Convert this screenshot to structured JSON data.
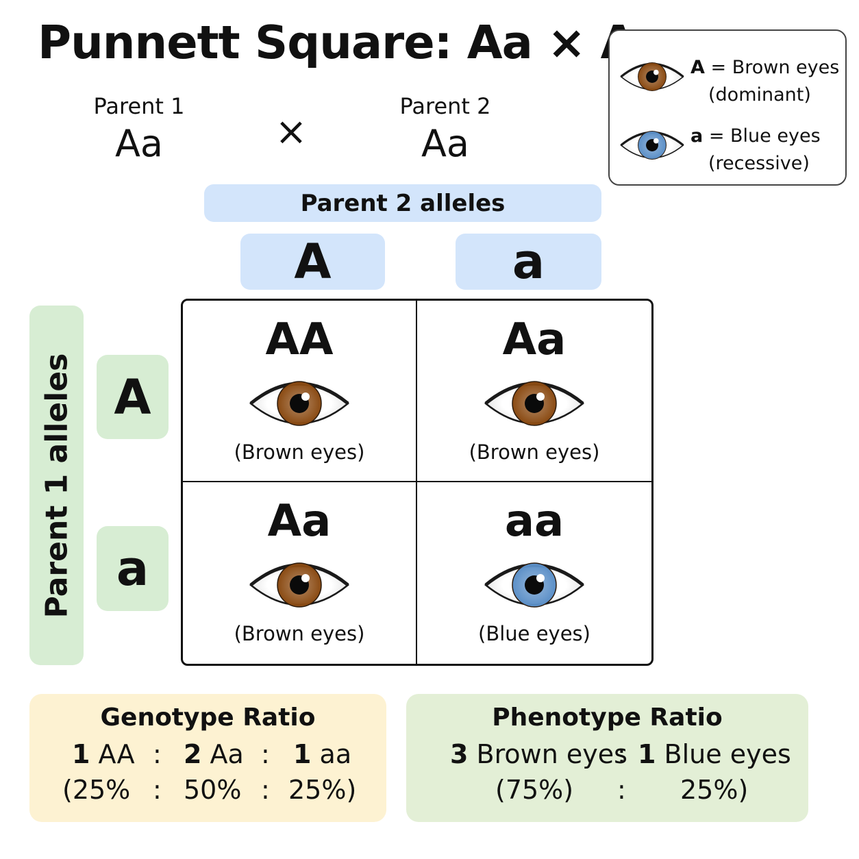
{
  "title": "Punnett Square: Aa × Aa",
  "parents": {
    "p1_label": "Parent 1",
    "p1_genotype": "Aa",
    "cross_symbol": "×",
    "p2_label": "Parent 2",
    "p2_genotype": "Aa"
  },
  "legend": {
    "dominant_allele": "A",
    "dominant_line1": "= Brown eyes",
    "dominant_line2": "(dominant)",
    "recessive_allele": "a",
    "recessive_line1": "= Blue eyes",
    "recessive_line2": "(recessive)"
  },
  "colors": {
    "brown_iris": "#8a4a12",
    "blue_iris": "#5b8fc7",
    "blue_header": "#d3e5fb",
    "green_header": "#d7edd3",
    "genotype_box": "#fdf2d2",
    "phenotype_box": "#e3efd6"
  },
  "parent2_header": "Parent 2 alleles",
  "parent2_alleles": [
    "A",
    "a"
  ],
  "parent1_header": "Parent 1 alleles",
  "parent1_alleles": [
    "A",
    "a"
  ],
  "cells": [
    {
      "genotype": "AA",
      "phenotype": "(Brown eyes)",
      "eye": "brown"
    },
    {
      "genotype": "Aa",
      "phenotype": "(Brown eyes)",
      "eye": "brown"
    },
    {
      "genotype": "Aa",
      "phenotype": "(Brown eyes)",
      "eye": "brown"
    },
    {
      "genotype": "aa",
      "phenotype": "(Blue eyes)",
      "eye": "blue"
    }
  ],
  "genotype_ratio": {
    "title": "Genotype Ratio",
    "n1": "1",
    "g1": "AA",
    "sep": ":",
    "n2": "2",
    "g2": "Aa",
    "n3": "1",
    "g3": "aa",
    "p1": "(25%",
    "p2": "50%",
    "p3": "25%)"
  },
  "phenotype_ratio": {
    "title": "Phenotype Ratio",
    "n1": "3",
    "ph1": "Brown eyes",
    "sep": ":",
    "n2": "1",
    "ph2": "Blue eyes",
    "p1": "(75%)",
    "p2": "25%)"
  }
}
